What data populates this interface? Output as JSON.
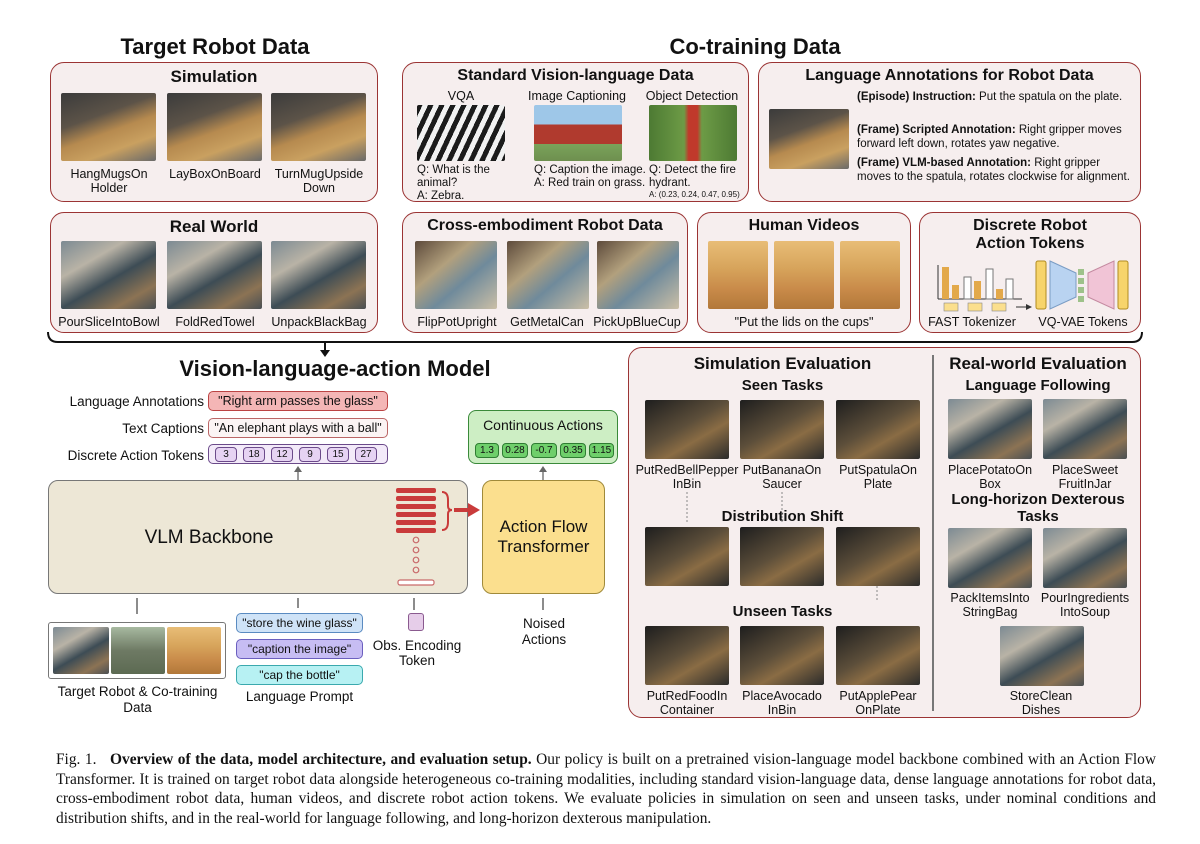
{
  "headings": {
    "target_robot_data": "Target Robot Data",
    "cotraining_data": "Co-training Data",
    "vla_model": "Vision-language-action Model"
  },
  "simulation": {
    "title": "Simulation",
    "tasks": [
      "HangMugsOn\nHolder",
      "LayBoxOnBoard",
      "TurnMugUpside\nDown"
    ]
  },
  "real_world": {
    "title": "Real World",
    "tasks": [
      "PourSliceIntoBowl",
      "FoldRedTowel",
      "UnpackBlackBag"
    ]
  },
  "standard_vl": {
    "title": "Standard Vision-language Data",
    "cols": [
      {
        "head": "VQA",
        "text": "Q: What is the\nanimal?\nA: Zebra."
      },
      {
        "head": "Image Captioning",
        "text": "Q: Caption the image.\nA: Red train on grass."
      },
      {
        "head": "Object Detection",
        "text": "Q: Detect the fire\nhydrant.",
        "coords": "A: (0.23, 0.24, 0.47, 0.95)"
      }
    ]
  },
  "lang_annot": {
    "title": "Language Annotations for Robot Data",
    "items": [
      {
        "key": "(Episode) Instruction:",
        "val": " Put the spatula on the plate."
      },
      {
        "key": "(Frame) Scripted Annotation:",
        "val": " Right gripper moves forward left down, rotates yaw negative."
      },
      {
        "key": "(Frame) VLM-based Annotation:",
        "val": "  Right gripper moves to the spatula, rotates clockwise for alignment."
      }
    ]
  },
  "cross_emb": {
    "title": "Cross-embodiment Robot Data",
    "tasks": [
      "FlipPotUpright",
      "GetMetalCan",
      "PickUpBlueCup"
    ]
  },
  "human_videos": {
    "title": "Human Videos",
    "caption": "\"Put the lids on the cups\""
  },
  "discrete_tokens": {
    "title": "Discrete Robot\nAction Tokens",
    "fast": "FAST Tokenizer",
    "vqvae": "VQ-VAE Tokens"
  },
  "model": {
    "rows": [
      {
        "label": "Language Annotations",
        "value": "\"Right arm passes the glass\""
      },
      {
        "label": "Text Captions",
        "value": "\"An elephant plays with a ball\""
      },
      {
        "label": "Discrete Action Tokens"
      }
    ],
    "tokens": [
      "3",
      "18",
      "12",
      "9",
      "15",
      "27"
    ],
    "continuous_title": "Continuous Actions",
    "actions": [
      "1.3",
      "0.28",
      "-0.7",
      "0.35",
      "1.15"
    ],
    "vlm": "VLM Backbone",
    "flow": "Action Flow\nTransformer",
    "inputs_caption": "Target Robot & Co-training\nData",
    "prompts": [
      "\"store the wine glass\"",
      "\"caption the image\"",
      "\"cap the bottle\""
    ],
    "prompt_caption": "Language Prompt",
    "obs": "Obs. Encoding\nToken",
    "noised": "Noised\nActions"
  },
  "colors": {
    "border": "#9b3434",
    "panel_bg": "#f6eeee",
    "vlm_bg": "#ede7d6",
    "flow_bg": "#fbdf8e",
    "lang_annot_pill": "#f4b6b6",
    "caption_pill": "#fbf4f4",
    "token": "#e6d3f3",
    "action": "#6fcf6b",
    "continuous_bg": "#cdeec4",
    "prompt1": "#cfe3f7",
    "prompt2": "#c7bdf3",
    "prompt3": "#b7f1f3"
  },
  "eval": {
    "sim_title": "Simulation Evaluation",
    "seen": "Seen Tasks",
    "seen_tasks": [
      "PutRedBellPepper\nInBin",
      "PutBananaOn\nSaucer",
      "PutSpatulaOn\nPlate"
    ],
    "shift": "Distribution Shift",
    "unseen": "Unseen Tasks",
    "unseen_tasks": [
      "PutRedFoodIn\nContainer",
      "PlaceAvocado\nInBin",
      "PutApplePear\nOnPlate"
    ],
    "real_title": "Real-world Evaluation",
    "lang_follow": "Language Following",
    "lang_tasks": [
      "PlacePotatoOn\nBox",
      "PlaceSweet\nFruitInJar"
    ],
    "long_horizon": "Long-horizon Dexterous\nTasks",
    "lh_tasks": [
      "PackItemsInto\nStringBag",
      "PourIngredients\nIntoSoup",
      "StoreClean\nDishes"
    ]
  },
  "caption": {
    "fig": "Fig. 1.",
    "bold": "Overview of the data, model architecture, and evaluation setup.",
    "text": " Our policy is built on a pretrained vision-language model backbone combined with an Action Flow Transformer. It is trained on target robot data alongside heterogeneous co-training modalities, including standard vision-language data, dense language annotations for robot data, cross-embodiment robot data, human videos, and discrete robot action tokens. We evaluate policies in simulation on seen and unseen tasks, under nominal conditions and distribution shifts, and in the real-world for language following, and long-horizon dexterous manipulation."
  }
}
